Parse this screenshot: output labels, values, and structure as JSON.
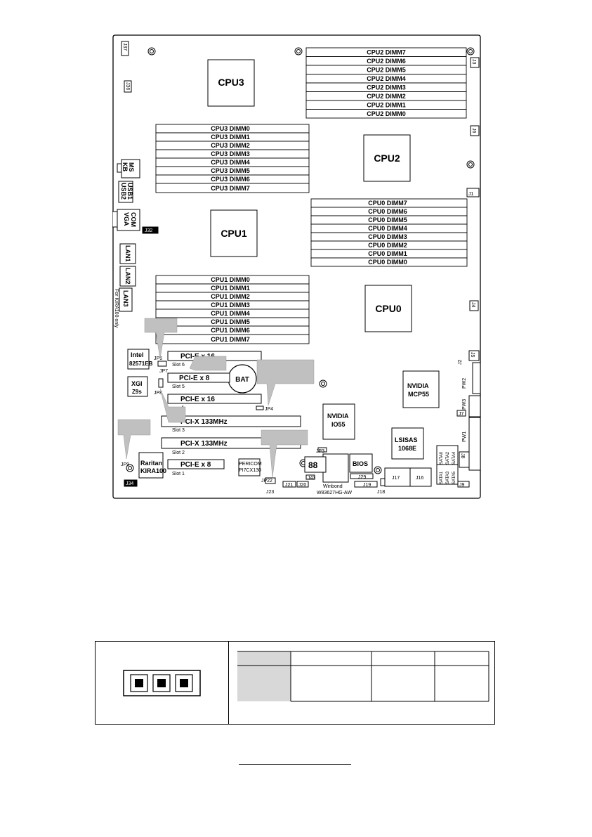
{
  "board": {
    "cpus": {
      "cpu3": "CPU3",
      "cpu2": "CPU2",
      "cpu1": "CPU1",
      "cpu0": "CPU0"
    },
    "dimms": {
      "cpu2": [
        "CPU2 DIMM7",
        "CPU2 DIMM6",
        "CPU2 DIMM5",
        "CPU2 DIMM4",
        "CPU2 DIMM3",
        "CPU2 DIMM2",
        "CPU2 DIMM1",
        "CPU2 DIMM0"
      ],
      "cpu3": [
        "CPU3 DIMM0",
        "CPU3 DIMM1",
        "CPU3 DIMM2",
        "CPU3 DIMM3",
        "CPU3 DIMM4",
        "CPU3 DIMM5",
        "CPU3 DIMM6",
        "CPU3 DIMM7"
      ],
      "cpu0": [
        "CPU0 DIMM7",
        "CPU0 DIMM6",
        "CPU0 DIMM5",
        "CPU0 DIMM4",
        "CPU0 DIMM3",
        "CPU0 DIMM2",
        "CPU0 DIMM1",
        "CPU0 DIMM0"
      ],
      "cpu1": [
        "CPU1 DIMM0",
        "CPU1 DIMM1",
        "CPU1 DIMM2",
        "CPU1 DIMM3",
        "CPU1 DIMM4",
        "CPU1 DIMM5",
        "CPU1 DIMM6",
        "CPU1 DIMM7"
      ]
    },
    "slots": {
      "slot6_label": "PCI-E x 16",
      "slot6_name": "Slot 6",
      "slot5_label": "PCI-E x 8",
      "slot5_name": "Slot 5",
      "slot4_label": "PCI-E x 16",
      "slot4_name": "4",
      "slot3_label": "PCI-X 133MHz",
      "slot3_name": "Slot 3",
      "slot2_label": "PCI-X 133MHz",
      "slot2_name": "Slot 2",
      "slot1_label": "PCI-E x 8",
      "slot1_name": "Slot 1"
    },
    "chips": {
      "intel": [
        "Intel",
        "82571EB"
      ],
      "xgi": [
        "XGI",
        "Z9s"
      ],
      "raritan": [
        "Raritan",
        "KIRA100"
      ],
      "pericom": [
        "PERICOM",
        "PI7CX130"
      ],
      "nvidia_io55": [
        "NVIDIA",
        "IO55"
      ],
      "nvidia_mcp55": [
        "NVIDIA",
        "MCP55"
      ],
      "lsisas": [
        "LSISAS",
        "1068E"
      ],
      "bios": "BIOS",
      "winbond": [
        "Winbond",
        "W83627HG-AW"
      ],
      "bat": "BAT",
      "seg_display": "88"
    },
    "rear_io": {
      "ms": "MS",
      "kb": "KB",
      "usb1": "USB1",
      "usb2": "USB2",
      "com": "COM",
      "vga": "VGA",
      "lan1": "LAN1",
      "lan2": "LAN2",
      "lan3": "LAN3",
      "lan3_note": "For KIRA100 only"
    },
    "connectors": {
      "j37": "J37",
      "j36": "J36",
      "j32": "J32",
      "j3": "J3",
      "j6": "J6",
      "j1": "J1",
      "j4": "J4",
      "j5": "J5",
      "j2": "J2",
      "pw2": "PW2",
      "pw3": "PW3",
      "j7": "J7",
      "pw1": "PW1",
      "j8": "J8",
      "j9": "J9",
      "jp6": "JP6",
      "jp7": "JP7",
      "jp8": "JP8",
      "jp4": "JP4",
      "jp9": "JP9",
      "j34": "J34",
      "jp22": "JP22",
      "j23": "J23",
      "j21": "J21",
      "j20": "J20",
      "jp3": "JP3",
      "j43": "J43",
      "j29": "J29",
      "j19": "J19",
      "j18": "J18",
      "j17": "J17",
      "j16": "J16",
      "sata0": "SATA0",
      "sata1": "SATA1",
      "sata2": "SATA2",
      "sata3": "SATA3",
      "sata4": "SATA4",
      "sata5": "SATA5"
    }
  },
  "legend": {
    "colors": {
      "header_shade": "#d8d8d8",
      "callout_gray": "#c0c0c0"
    }
  }
}
